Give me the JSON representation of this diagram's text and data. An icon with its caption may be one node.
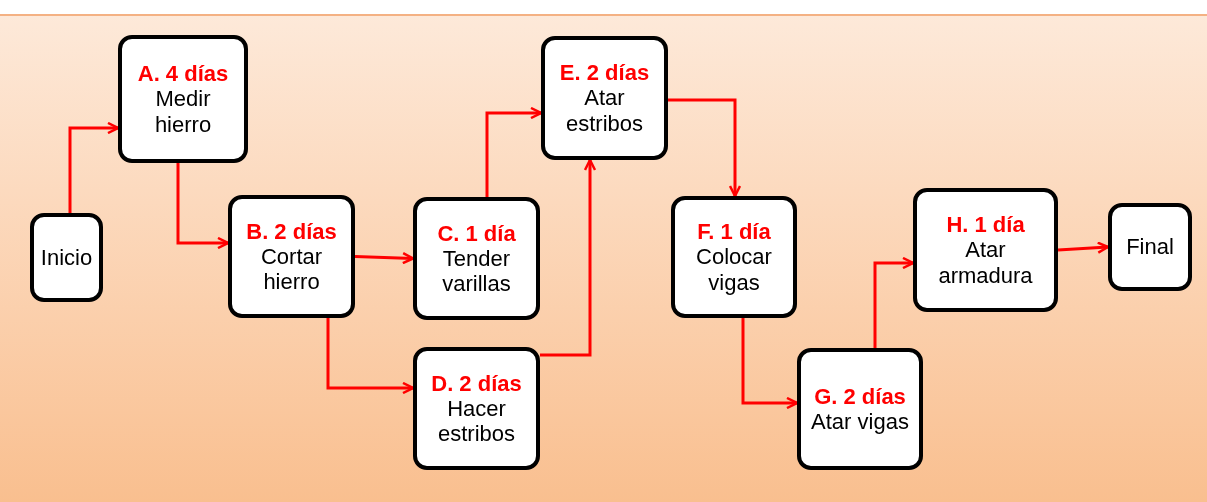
{
  "diagram": {
    "nodes": [
      {
        "text": [
          "Inicio"
        ]
      },
      {
        "text": [
          "A. 4 días",
          "Medir hierro"
        ]
      },
      {
        "text": [
          "B. 2 días",
          "Cortar hierro"
        ]
      },
      {
        "text": [
          "C. 1 día",
          "Tender varillas"
        ]
      },
      {
        "text": [
          "D. 2 días",
          "Hacer estribos"
        ]
      },
      {
        "text": [
          "E. 2 días",
          "Atar estribos"
        ]
      },
      {
        "text": [
          "F. 1 día",
          "Colocar vigas"
        ]
      },
      {
        "text": [
          "G. 2 días",
          "Atar vigas"
        ]
      },
      {
        "text": [
          "H. 1 día",
          "Atar armadura"
        ]
      },
      {
        "text": [
          "Final"
        ]
      }
    ],
    "edges": [
      {
        "from": 0,
        "to": 1,
        "arrow": "to"
      },
      {
        "from": 1,
        "to": 2,
        "arrow": "to"
      },
      {
        "from": 2,
        "to": 3,
        "arrow": "to"
      },
      {
        "from": 2,
        "to": 4,
        "arrow": "to"
      },
      {
        "from": 3,
        "to": 5,
        "arrow": "to"
      },
      {
        "from": 4,
        "to": 5,
        "arrow": "to"
      },
      {
        "from": 5,
        "to": 6,
        "arrow": "to"
      },
      {
        "from": 6,
        "to": 7,
        "arrow": "to"
      },
      {
        "from": 7,
        "to": 8,
        "arrow": "to"
      },
      {
        "from": 8,
        "to": 9,
        "arrow": "to"
      }
    ]
  }
}
